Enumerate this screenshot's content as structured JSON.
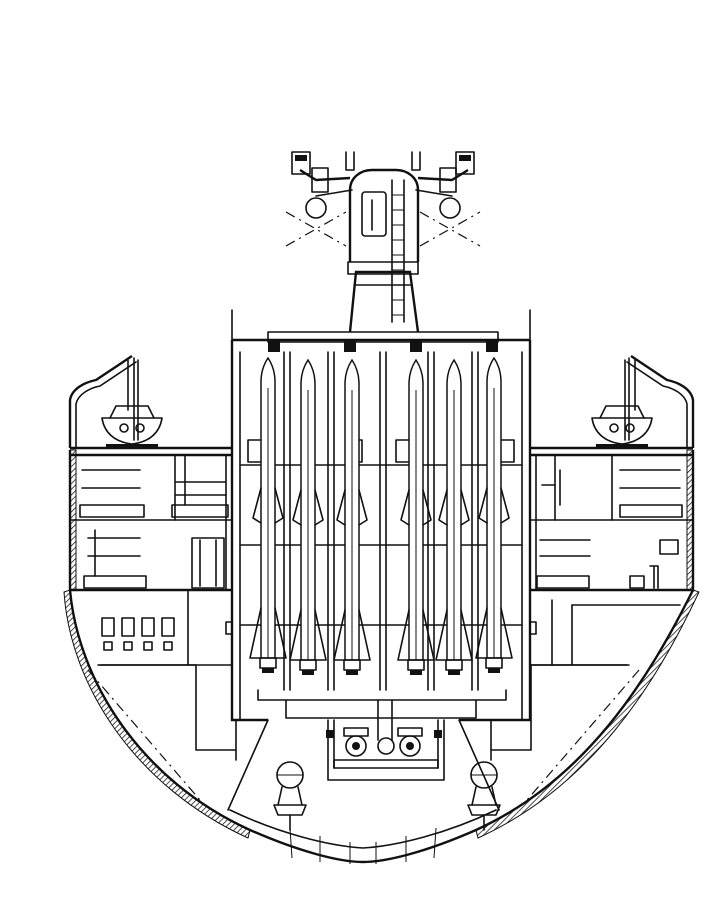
{
  "drawing": {
    "description_key": "ship-cross-section",
    "ink_color": "#111111",
    "paper_color": "#ffffff",
    "missile_count": 6,
    "boat_count": 2,
    "propeller_shaft_count": 2
  }
}
